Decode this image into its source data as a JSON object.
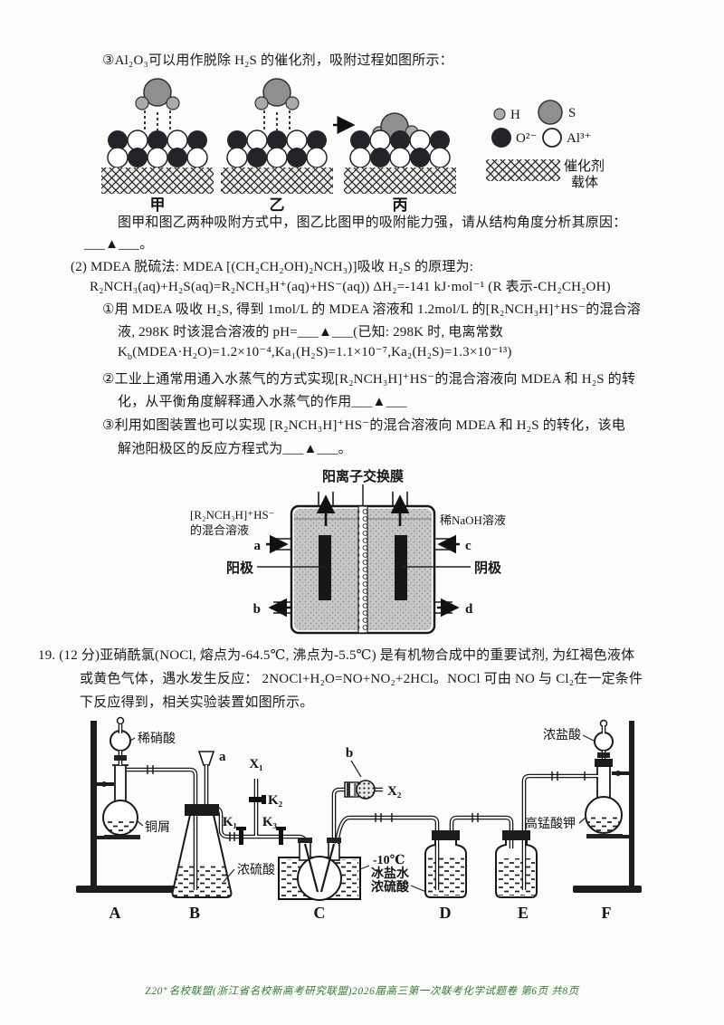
{
  "colors": {
    "footer_green": "#2f7d32",
    "ink": "#191919"
  },
  "part3": {
    "intro": "③Al₂O₃可以用作脱除 H₂S 的催化剂，吸附过程如图所示：",
    "analysis": "图甲和图乙两种吸附方式中，图乙比图甲的吸附能力强，请从结构角度分析其原因：",
    "blank": "___▲___。",
    "fig": {
      "label_jia": "甲",
      "label_yi": "乙",
      "label_bing": "丙",
      "legend_h": "H",
      "legend_s": "S",
      "legend_o": "O²⁻",
      "legend_al": "Al³⁺",
      "carrier_line1": "催化剂",
      "carrier_line2": "载体"
    }
  },
  "part2": {
    "header": "(2) MDEA 脱硫法: MDEA [(CH₂CH₂OH)₂NCH₃)]吸收 H₂S 的原理为:",
    "equation": "R₂NCH₃(aq)+H₂S(aq)=R₂NCH₃H⁺(aq)+HS⁻(aq)) ΔH₂=-141 kJ·mol⁻¹ (R 表示-CH₂CH₂OH)",
    "item1_line1": "①用 MDEA 吸收 H₂S, 得到 1mol/L 的 MDEA 溶液和 1.2mol/L 的[R₂NCH₃H]⁺HS⁻的混合溶",
    "item1_line2": "液, 298K 时该混合溶液的 pH=___▲___(已知: 298K 时, 电离常数",
    "item1_line3_parts": [
      "K",
      "b",
      "(MDEA·H₂O)=1.2×10⁻⁴,Ka₁(H₂S)=1.1×10⁻⁷,Ka₂(H₂S)=1.3×10⁻¹³)"
    ],
    "item2_line1": "②工业上通常用通入水蒸气的方式实现[R₂NCH₃H]⁺HS⁻的混合溶液向 MDEA 和 H₂S 的转",
    "item2_line2": "化，从平衡角度解释通入水蒸气的作用___▲___",
    "item3_line1": "③利用如图装置也可以实现 [R₂NCH₃H]⁺HS⁻的混合溶液向 MDEA 和 H₂S 的转化，该电",
    "item3_line2": "解池阳极区的反应方程式为___▲___。"
  },
  "cell": {
    "membrane": "阳离子交换膜",
    "left_line1": "[R₂NCH₃H]⁺HS⁻",
    "left_line2": "的混合溶液",
    "right_sol": "稀NaOH溶液",
    "anode": "阳极",
    "cathode": "阴极",
    "port_a": "a",
    "port_b": "b",
    "port_c": "c",
    "port_d": "d"
  },
  "q19": {
    "line1": "19. (12 分)亚硝酰氯(NOCl, 熔点为-64.5℃, 沸点为-5.5℃) 是有机物合成中的重要试剂, 为红褐色液体",
    "line2": "或黄色气体，遇水发生反应： 2NOCl+H₂O=NO+NO₂+2HCl。NOCl 可由 NO 与 Cl₂在一定条件",
    "line3": "下反应得到，相关实验装置如图所示。"
  },
  "apparatus": {
    "dilute_nitric_acid": "稀硝酸",
    "copper_shavings": "铜屑",
    "conc_sulfuric_b": "浓硫酸",
    "port_a": "a",
    "port_b": "b",
    "x1": "X₁",
    "x2": "X₂",
    "k1": "K₁",
    "k2": "K₂",
    "k3": "K₃",
    "bath_temp": "-10℃",
    "bath_brine": "冰盐水",
    "bath_acid": "浓硫酸",
    "kmno4": "高锰酸钾",
    "conc_hcl": "浓盐酸",
    "flask_a": "A",
    "flask_b": "B",
    "flask_c": "C",
    "flask_d": "D",
    "flask_e": "E",
    "flask_f": "F"
  },
  "footer": "Z20⁺名校联盟(浙江省名校新高考研究联盟)2026届高三第一次联考化学试题卷 第6页 共8页"
}
